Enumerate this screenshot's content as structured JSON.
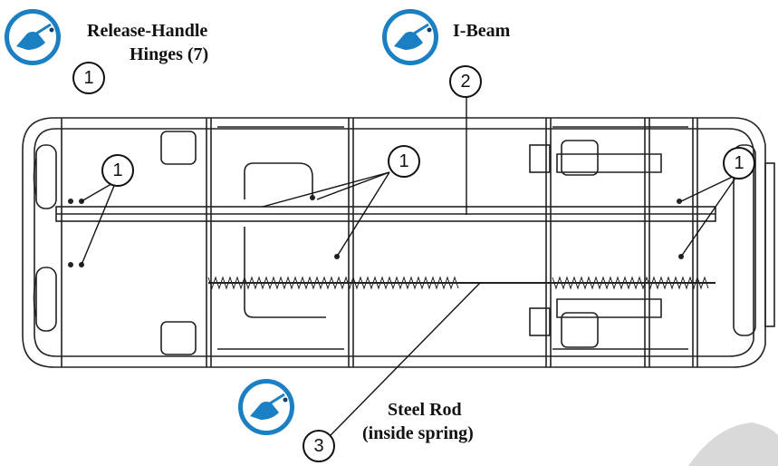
{
  "labels": {
    "release_handle_line1": "Release-Handle",
    "release_handle_line2": "Hinges (7)",
    "ibeam": "I-Beam",
    "steel_rod_line1": "Steel Rod",
    "steel_rod_line2": "(inside spring)"
  },
  "callouts": {
    "c1_top": "1",
    "c2_top": "2",
    "c1_left": "1",
    "c1_center": "1",
    "c1_right": "1",
    "c3_bottom": "3"
  },
  "icons": {
    "lubrication_icon_name": "oil-can-icon",
    "accent_color": "#1b7fc4"
  }
}
